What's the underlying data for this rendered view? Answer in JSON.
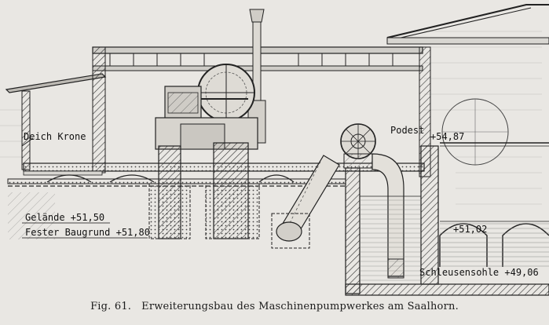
{
  "labels": {
    "deich_krone": "Deich Krone",
    "podest": "Podest",
    "podest_level": "+54,87",
    "gelaende": "Gelände +51,50",
    "fester_baugrund": "Fester Baugrund +51,80",
    "water_level": "+51,02",
    "schleusensohle": "Schleusensohle +49,06"
  },
  "caption": {
    "fig_number": "Fig. 61.",
    "text": "Erweiterungsbau des Maschinenpumpwerkes am Saalhorn."
  }
}
